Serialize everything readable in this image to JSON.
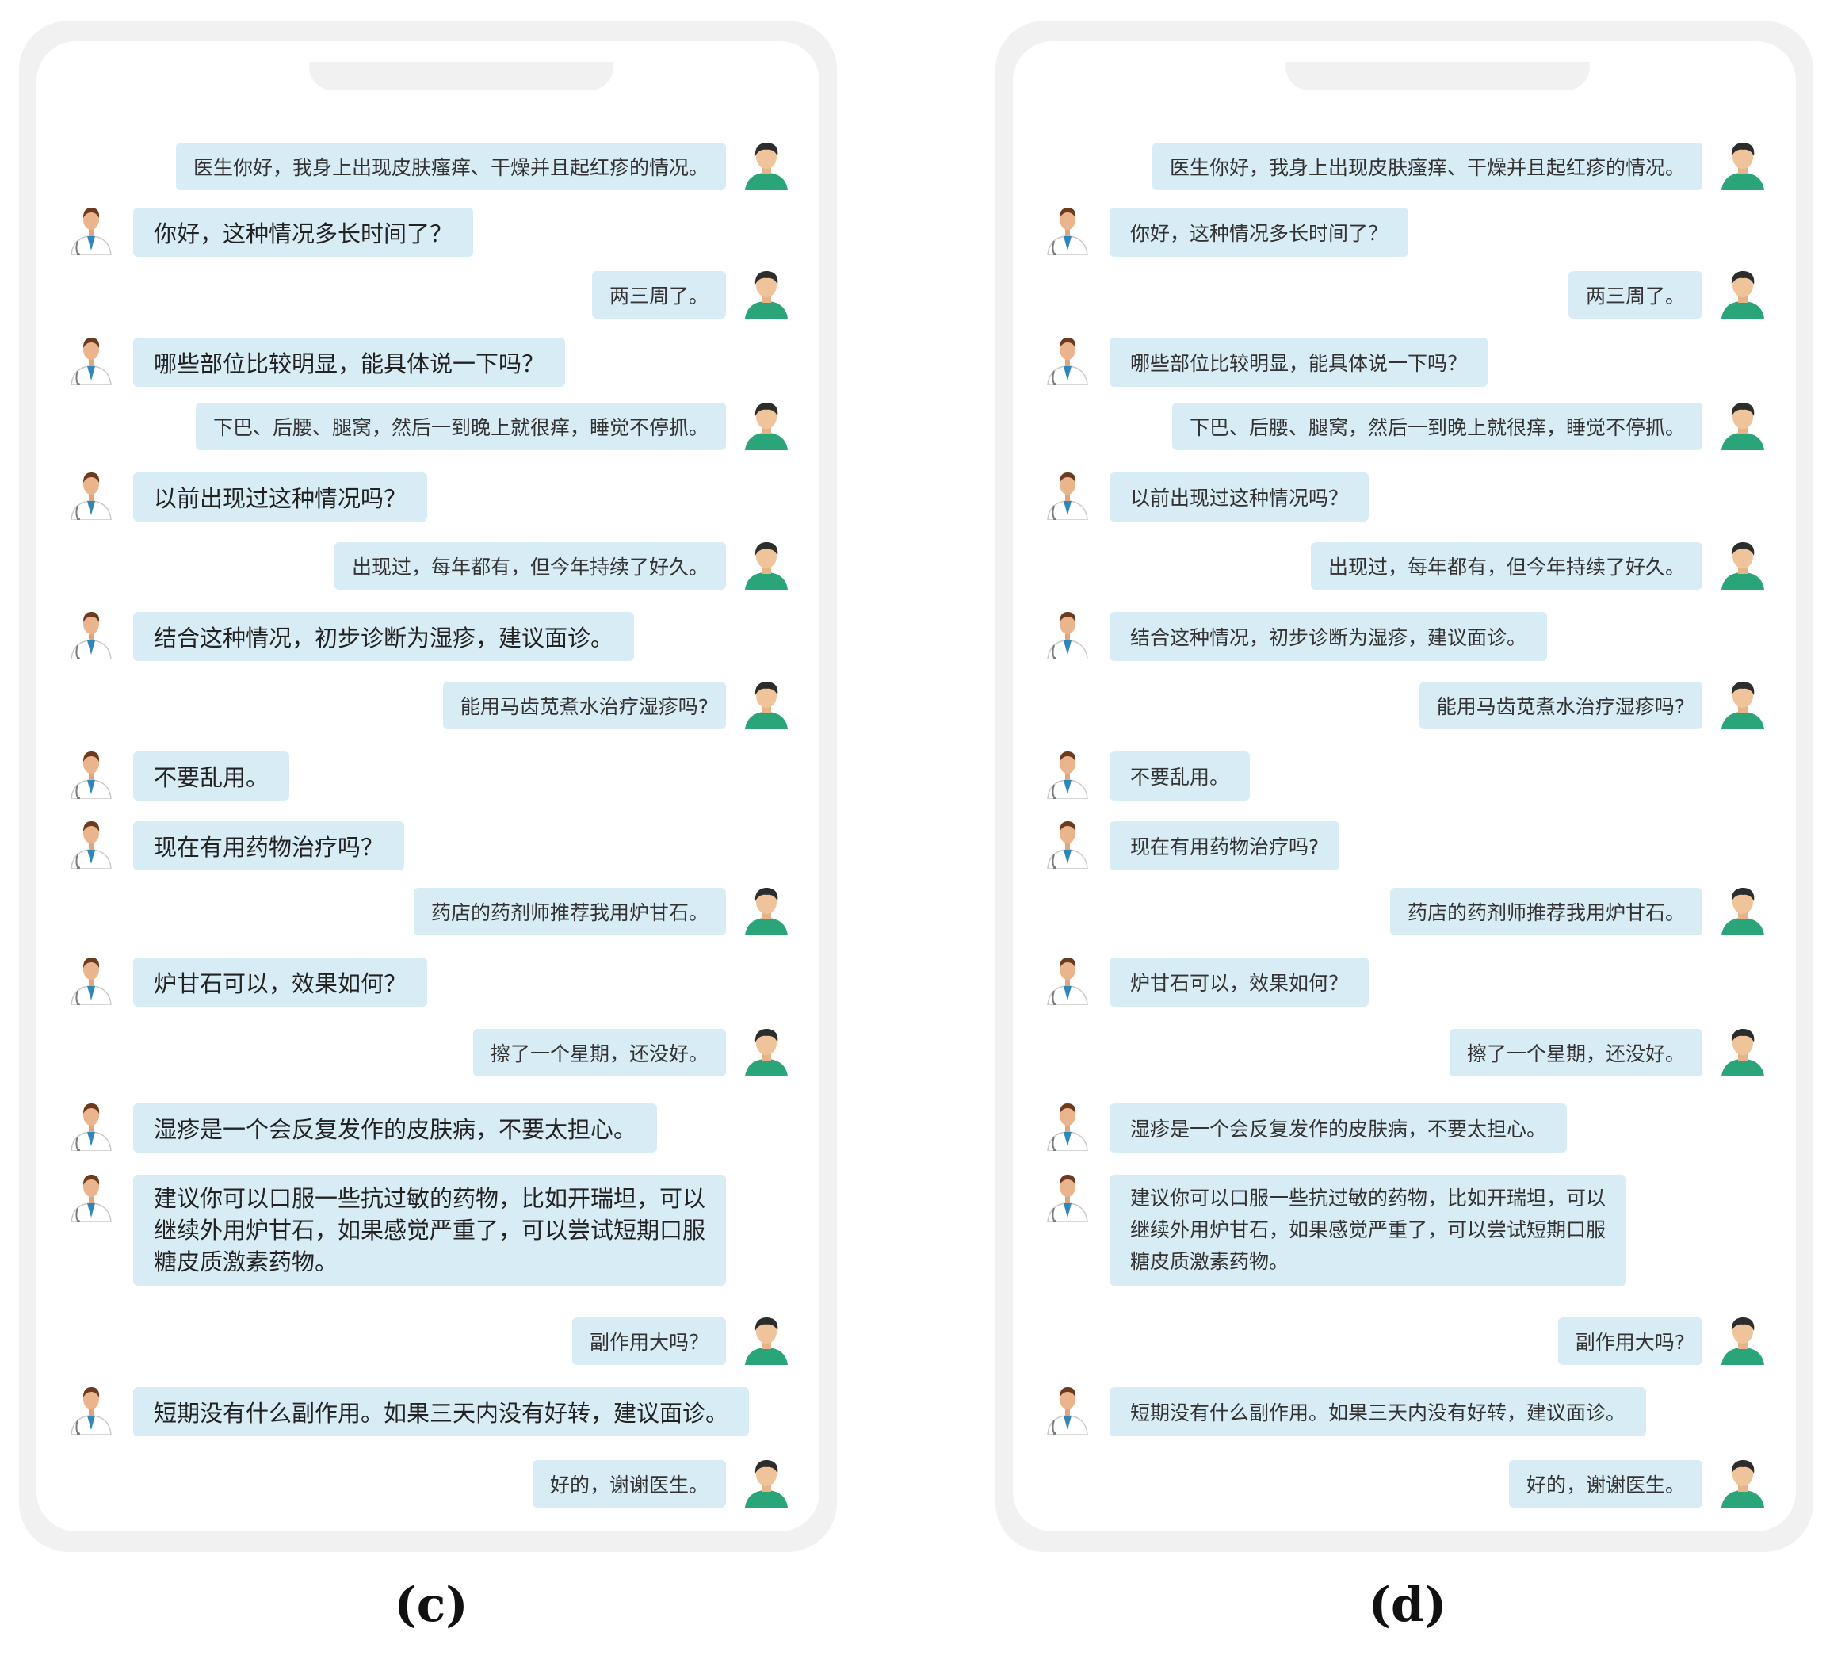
{
  "labels": {
    "left": "(c)",
    "right": "(d)"
  },
  "colors": {
    "bubble": "#d8ecf5",
    "patient_avatar": "#2aa57a",
    "doctor_coat": "#ffffff",
    "frame": "#f1f1f1"
  },
  "icons": {
    "patient": "patient-avatar-icon",
    "doctor": "doctor-avatar-icon"
  },
  "messages": [
    {
      "role": "patient",
      "text": "医生你好，我身上出现皮肤瘙痒、干燥并且起红疹的情况。"
    },
    {
      "role": "doctor",
      "text": "你好，这种情况多长时间了？"
    },
    {
      "role": "patient",
      "text": "两三周了。"
    },
    {
      "role": "doctor",
      "text": "哪些部位比较明显，能具体说一下吗？"
    },
    {
      "role": "patient",
      "text": "下巴、后腰、腿窝，然后一到晚上就很痒，睡觉不停抓。"
    },
    {
      "role": "doctor",
      "text": "以前出现过这种情况吗？"
    },
    {
      "role": "patient",
      "text": "出现过，每年都有，但今年持续了好久。"
    },
    {
      "role": "doctor",
      "text": "结合这种情况，初步诊断为湿疹，建议面诊。"
    },
    {
      "role": "patient",
      "text": "能用马齿苋煮水治疗湿疹吗?"
    },
    {
      "role": "doctor",
      "text": "不要乱用。"
    },
    {
      "role": "doctor",
      "text": "现在有用药物治疗吗？"
    },
    {
      "role": "patient",
      "text": "药店的药剂师推荐我用炉甘石。"
    },
    {
      "role": "doctor",
      "text": "炉甘石可以，效果如何？"
    },
    {
      "role": "patient",
      "text": "擦了一个星期，还没好。"
    },
    {
      "role": "doctor",
      "text": "湿疹是一个会反复发作的皮肤病，不要太担心。"
    },
    {
      "role": "doctor",
      "lines": [
        "建议你可以口服一些抗过敏的药物，比如开瑞坦，可以",
        "继续外用炉甘石，如果感觉严重了，可以尝试短期口服",
        "糖皮质激素药物。"
      ]
    },
    {
      "role": "patient",
      "text": "副作用大吗？"
    },
    {
      "role": "doctor",
      "text": "短期没有什么副作用。如果三天内没有好转，建议面诊。"
    },
    {
      "role": "patient",
      "text": "好的，谢谢医生。"
    }
  ],
  "messages_d": [
    {
      "role": "patient",
      "text": "医生你好，我身上出现皮肤瘙痒、干燥并且起红疹的情况。"
    },
    {
      "role": "doctor",
      "text": "你好，这种情况多长时间了？"
    },
    {
      "role": "patient",
      "text": "两三周了。"
    },
    {
      "role": "doctor",
      "text": "哪些部位比较明显，能具体说一下吗？"
    },
    {
      "role": "patient",
      "text": "下巴、后腰、腿窝，然后一到晚上就很痒，睡觉不停抓。"
    },
    {
      "role": "doctor",
      "text": "以前出现过这种情况吗？"
    },
    {
      "role": "patient",
      "text": "出现过，每年都有，但今年持续了好久。"
    },
    {
      "role": "doctor",
      "text": "结合这种情况，初步诊断为湿疹，建议面诊。"
    },
    {
      "role": "patient",
      "text": "能用马齿苋煮水治疗湿疹吗?"
    },
    {
      "role": "doctor",
      "text": "不要乱用。"
    },
    {
      "role": "doctor",
      "text": "现在有用药物治疗吗?"
    },
    {
      "role": "patient",
      "text": "药店的药剂师推荐我用炉甘石。"
    },
    {
      "role": "doctor",
      "text": "炉甘石可以，效果如何？"
    },
    {
      "role": "patient",
      "text": "擦了一个星期，还没好。"
    },
    {
      "role": "doctor",
      "text": "湿疹是一个会反复发作的皮肤病，不要太担心。"
    },
    {
      "role": "doctor",
      "lines": [
        "建议你可以口服一些抗过敏的药物，比如开瑞坦，可以",
        "继续外用炉甘石，如果感觉严重了，可以尝试短期口服",
        "糖皮质激素药物。"
      ]
    },
    {
      "role": "patient",
      "text": "副作用大吗?"
    },
    {
      "role": "doctor",
      "text": "短期没有什么副作用。如果三天内没有好转，建议面诊。"
    },
    {
      "role": "patient",
      "text": "好的，谢谢医生。"
    }
  ]
}
